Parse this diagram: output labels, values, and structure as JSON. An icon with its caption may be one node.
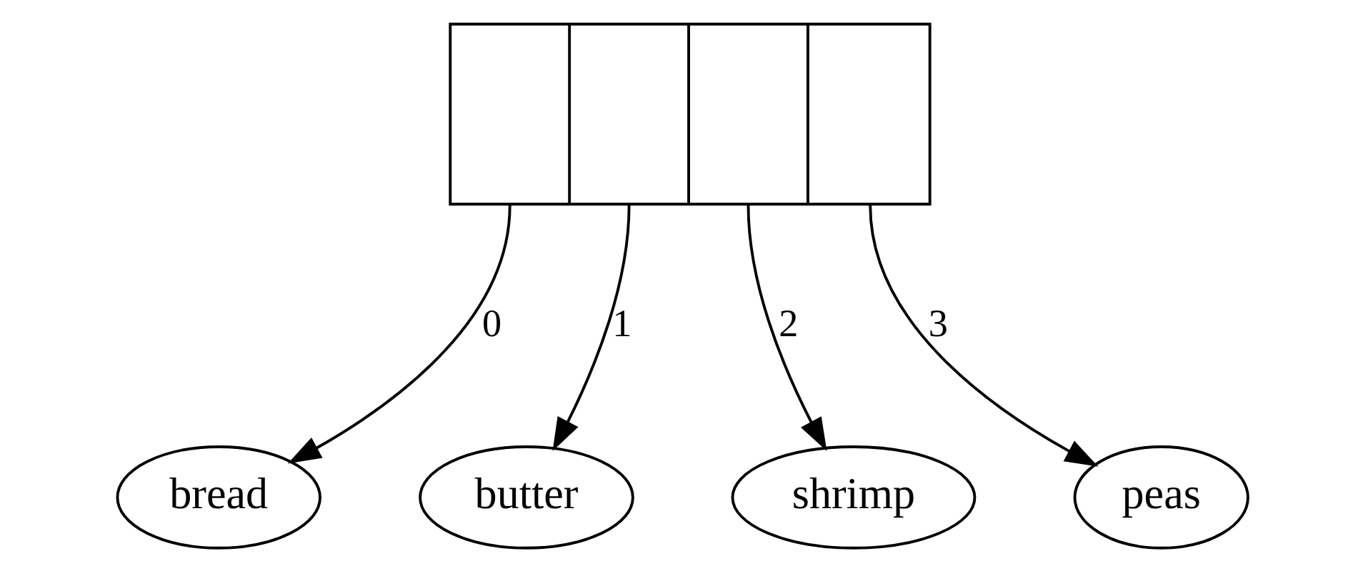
{
  "diagram": {
    "nodes": [
      {
        "text": [],
        "shape": "box"
      },
      {
        "text": [
          "bread"
        ]
      },
      {
        "text": [
          "butter"
        ]
      },
      {
        "text": [
          "shrimp"
        ]
      },
      {
        "text": [
          "peas"
        ]
      }
    ],
    "edges": [
      {
        "from": 0,
        "to": 1,
        "arrow": "to",
        "label": "0"
      },
      {
        "from": 0,
        "to": 2,
        "arrow": "to",
        "label": "1"
      },
      {
        "from": 0,
        "to": 3,
        "arrow": "to",
        "label": "2"
      },
      {
        "from": 0,
        "to": 4,
        "arrow": "to",
        "label": "3"
      }
    ]
  }
}
